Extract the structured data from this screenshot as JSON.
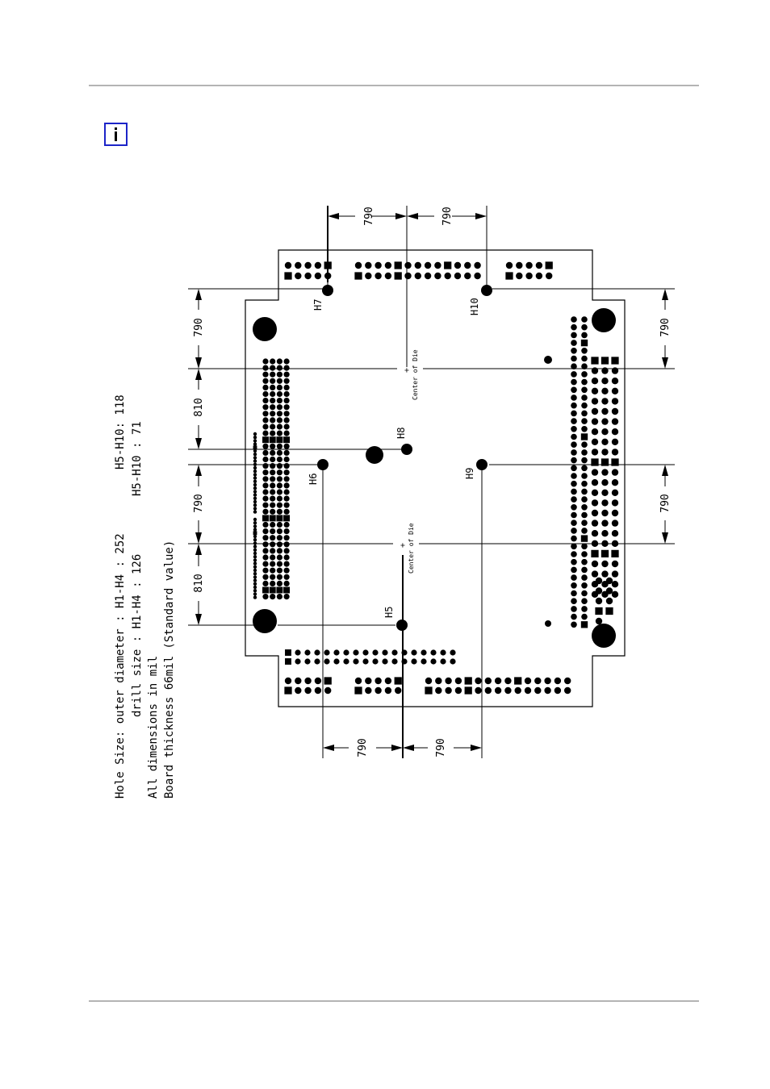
{
  "page": {
    "info_icon": "info-icon"
  },
  "dimensions": {
    "top_left": "790",
    "top_right": "790",
    "left_1": "790",
    "left_2": "810",
    "left_3": "790",
    "left_4": "810",
    "right_1": "790",
    "right_2": "790",
    "bottom_left": "790",
    "bottom_right": "790"
  },
  "holes": {
    "h5": "H5",
    "h6": "H6",
    "h7": "H7",
    "h8": "H8",
    "h9": "H9",
    "h10": "H10"
  },
  "center_label": "Center of Die",
  "center_mark": "+",
  "notes": {
    "line1_a": "Hole Size: outer diameter : H1-H4 : 252",
    "line1_b": "H5-H10: 118",
    "line2_a": "drill size : H1-H4 : 126",
    "line2_b": "H5-H10 : 71",
    "line3": "All dimensions in mil",
    "line4": "Board thickness 66mil (Standard value)"
  },
  "colors": {
    "rule": "#b4b4b4",
    "icon_border": "#1c24c8",
    "ink": "#000000"
  }
}
